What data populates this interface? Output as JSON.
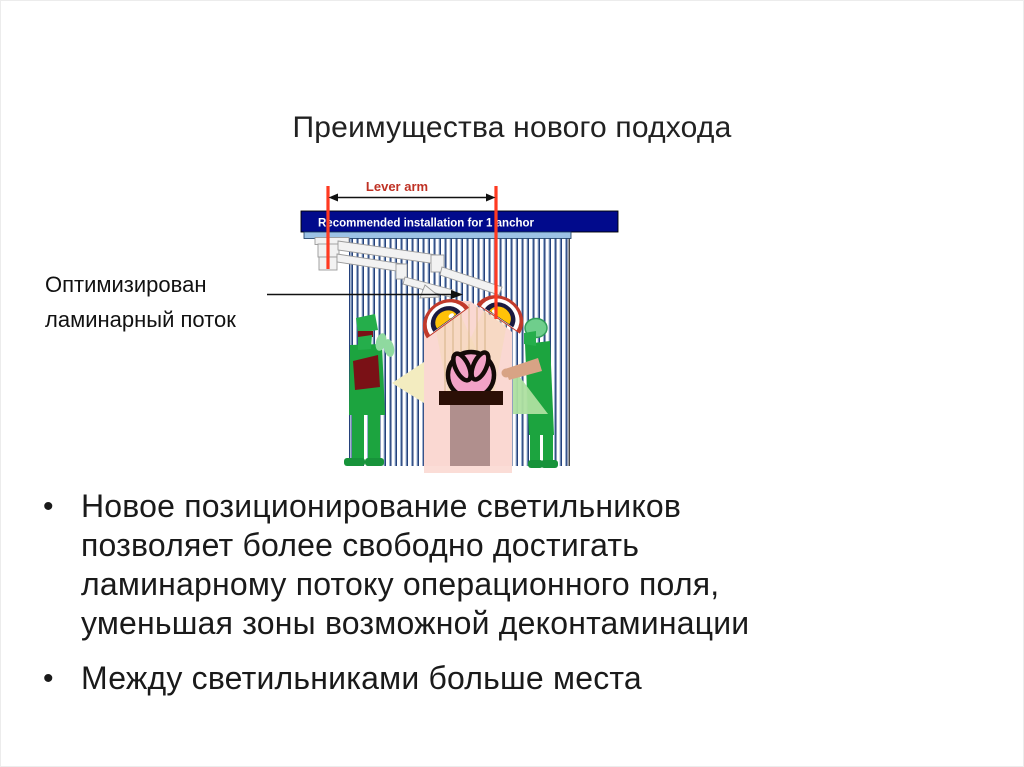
{
  "slide": {
    "title": "Преимущества нового подхода",
    "side_label": {
      "line1": "Оптимизирован",
      "line2": "ламинарный поток"
    },
    "diagram": {
      "banner_text": "Recommended installation for 1 anchor",
      "lever_arm_label": "Lever arm"
    },
    "bullets": [
      {
        "lines": [
          "Новое позиционирование светильников",
          "позволяет более свободно достигать",
          "ламинарному потоку операционного поля,",
          "уменьшая зоны возможной деконтаминации"
        ]
      },
      {
        "lines": [
          "Между светильниками больше места"
        ]
      }
    ],
    "colors": {
      "banner_bg": "#010A8C",
      "ceiling_strip": "#9CC2E5",
      "curtain_stripe": "#24417B",
      "flow_pink": "#FAD8D2",
      "anchor_red_line": "#FF3A21",
      "lever_label_red": "#BF3124",
      "lamp_rim_red": "#C13A2B",
      "lamp_yellow": "#FFC208",
      "surgeon_green": "#1CA43F",
      "sleeve_dark_red": "#7A1116",
      "patient_pink": "#F2A2C7",
      "table_top_brown": "#2B0F06",
      "pedestal_mauve": "#B08F8D"
    }
  }
}
